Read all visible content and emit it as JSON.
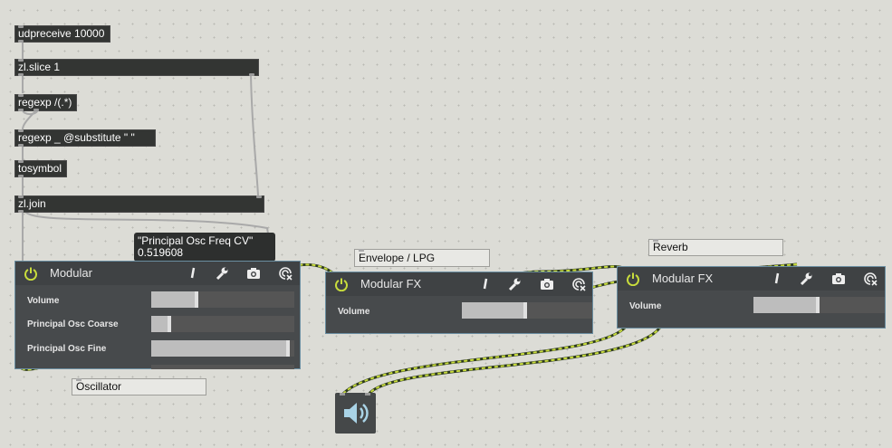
{
  "objects": {
    "udpreceive": "udpreceive 10000",
    "zlslice": "zl.slice 1",
    "regexp1": "regexp /(.*)",
    "regexp2": "regexp _ @substitute \" \"",
    "tosymbol": "tosymbol",
    "zljoin": "zl.join"
  },
  "tooltip": {
    "line1": "\"Principal Osc Freq CV\"",
    "line2": "0.519608"
  },
  "comments": {
    "envelope": "Envelope / LPG",
    "reverb": "Reverb",
    "oscillator": "Oscillator"
  },
  "devices": {
    "modular": {
      "title": "Modular",
      "params": [
        {
          "label": "Volume",
          "value": 0.33
        },
        {
          "label": "Principal Osc Coarse",
          "value": 0.14
        },
        {
          "label": "Principal Osc Fine",
          "value": 0.97
        }
      ]
    },
    "fx1": {
      "title": "Modular FX",
      "params": [
        {
          "label": "Volume",
          "value": 0.5
        }
      ]
    },
    "fx2": {
      "title": "Modular FX",
      "params": [
        {
          "label": "Volume",
          "value": 0.5
        }
      ]
    }
  },
  "icons": {
    "power": "power-icon",
    "edit": "pencil-icon",
    "settings": "wrench-icon",
    "snapshot": "camera-icon",
    "presets": "presets-icon",
    "speaker": "speaker-icon"
  },
  "colors": {
    "accent_power": "#c8dc3c",
    "cable_signal": "#c8dc3c",
    "device_border": "#6a8ea1"
  }
}
